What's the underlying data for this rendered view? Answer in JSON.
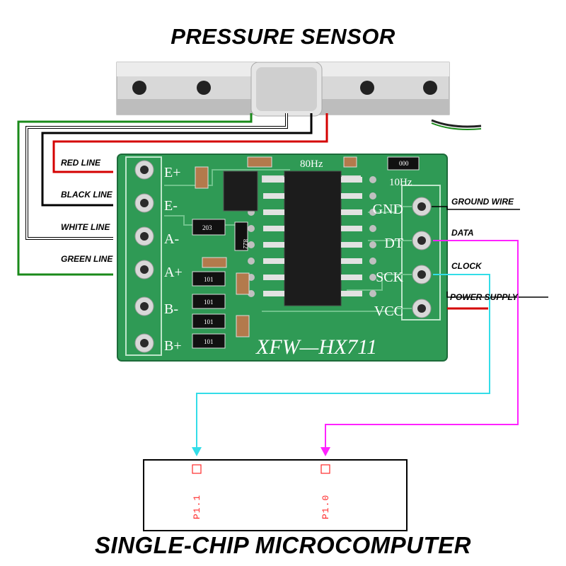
{
  "titles": {
    "top": "PRESSURE SENSOR",
    "bottom": "SINGLE-CHIP MICROCOMPUTER"
  },
  "left_labels": {
    "red": "RED LINE",
    "black": "BLACK LINE",
    "white": "WHITE LINE",
    "green": "GREEN LINE"
  },
  "right_labels": {
    "ground": "GROUND WIRE",
    "data": "DATA",
    "clock": "CLOCK",
    "power": "POWER SUPPLY"
  },
  "board": {
    "name": "XFW—HX711",
    "left_pins": [
      "E+",
      "E-",
      "A-",
      "A+",
      "B-",
      "B+"
    ],
    "right_pins": [
      "GND",
      "DT",
      "SCK",
      "VCC"
    ],
    "freq_80": "80Hz",
    "freq_10": "10Hz",
    "resistor_codes": [
      "203",
      "822",
      "101",
      "101",
      "101",
      "101",
      "000"
    ]
  },
  "mcu": {
    "pin_clock": "P1.1",
    "pin_data": "P1.0"
  },
  "colors": {
    "red_wire": "#d40000",
    "black_wire": "#000000",
    "white_wire": "#ffffff",
    "green_wire": "#1a8a1a",
    "data_wire": "#ff22ff",
    "clock_wire": "#33dde8",
    "pcb": "#2f9a55"
  },
  "icons": [
    "load-cell-icon",
    "chip-icon"
  ]
}
